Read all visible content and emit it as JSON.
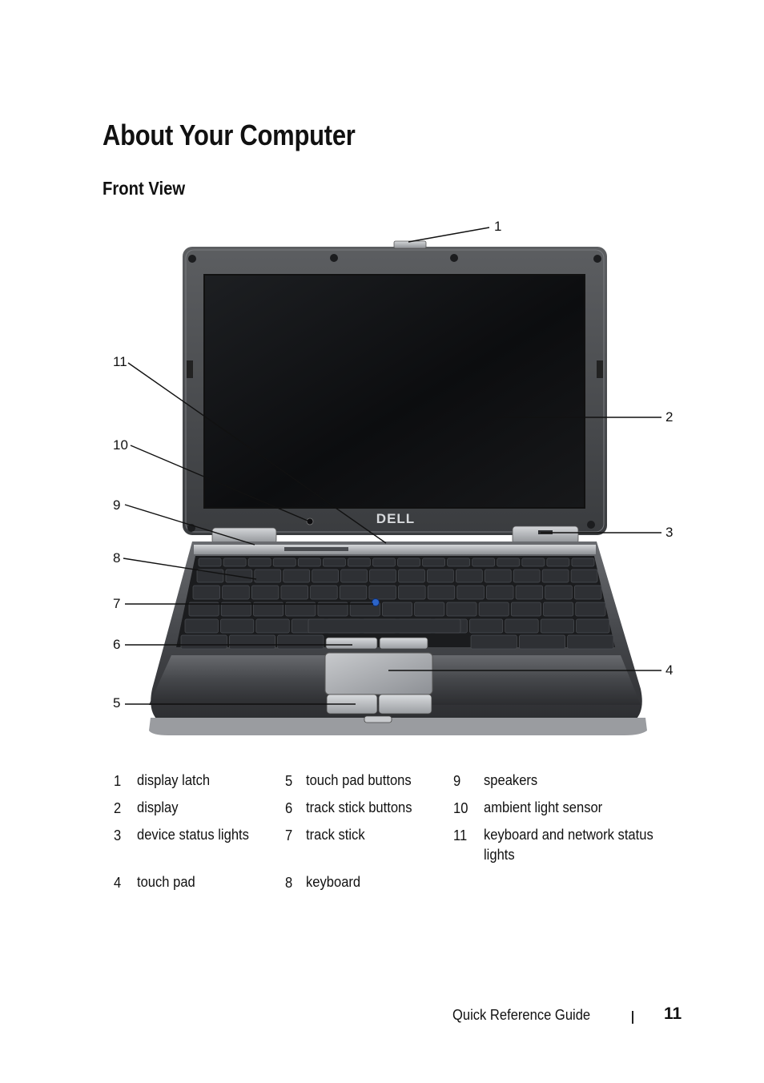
{
  "page": {
    "title": "About Your Computer",
    "section": "Front View"
  },
  "figure": {
    "logo_text": "DELL",
    "callouts": [
      "1",
      "2",
      "3",
      "4",
      "5",
      "6",
      "7",
      "8",
      "9",
      "10",
      "11"
    ]
  },
  "legend": [
    {
      "num": "1",
      "label": "display latch"
    },
    {
      "num": "2",
      "label": "display"
    },
    {
      "num": "3",
      "label": "device status lights"
    },
    {
      "num": "4",
      "label": "touch pad"
    },
    {
      "num": "5",
      "label": "touch pad buttons"
    },
    {
      "num": "6",
      "label": "track stick buttons"
    },
    {
      "num": "7",
      "label": "track stick"
    },
    {
      "num": "8",
      "label": "keyboard"
    },
    {
      "num": "9",
      "label": "speakers"
    },
    {
      "num": "10",
      "label": "ambient light sensor"
    },
    {
      "num": "11",
      "label": "keyboard and network status lights"
    }
  ],
  "footer": {
    "guide": "Quick Reference Guide",
    "page_number": "11"
  }
}
